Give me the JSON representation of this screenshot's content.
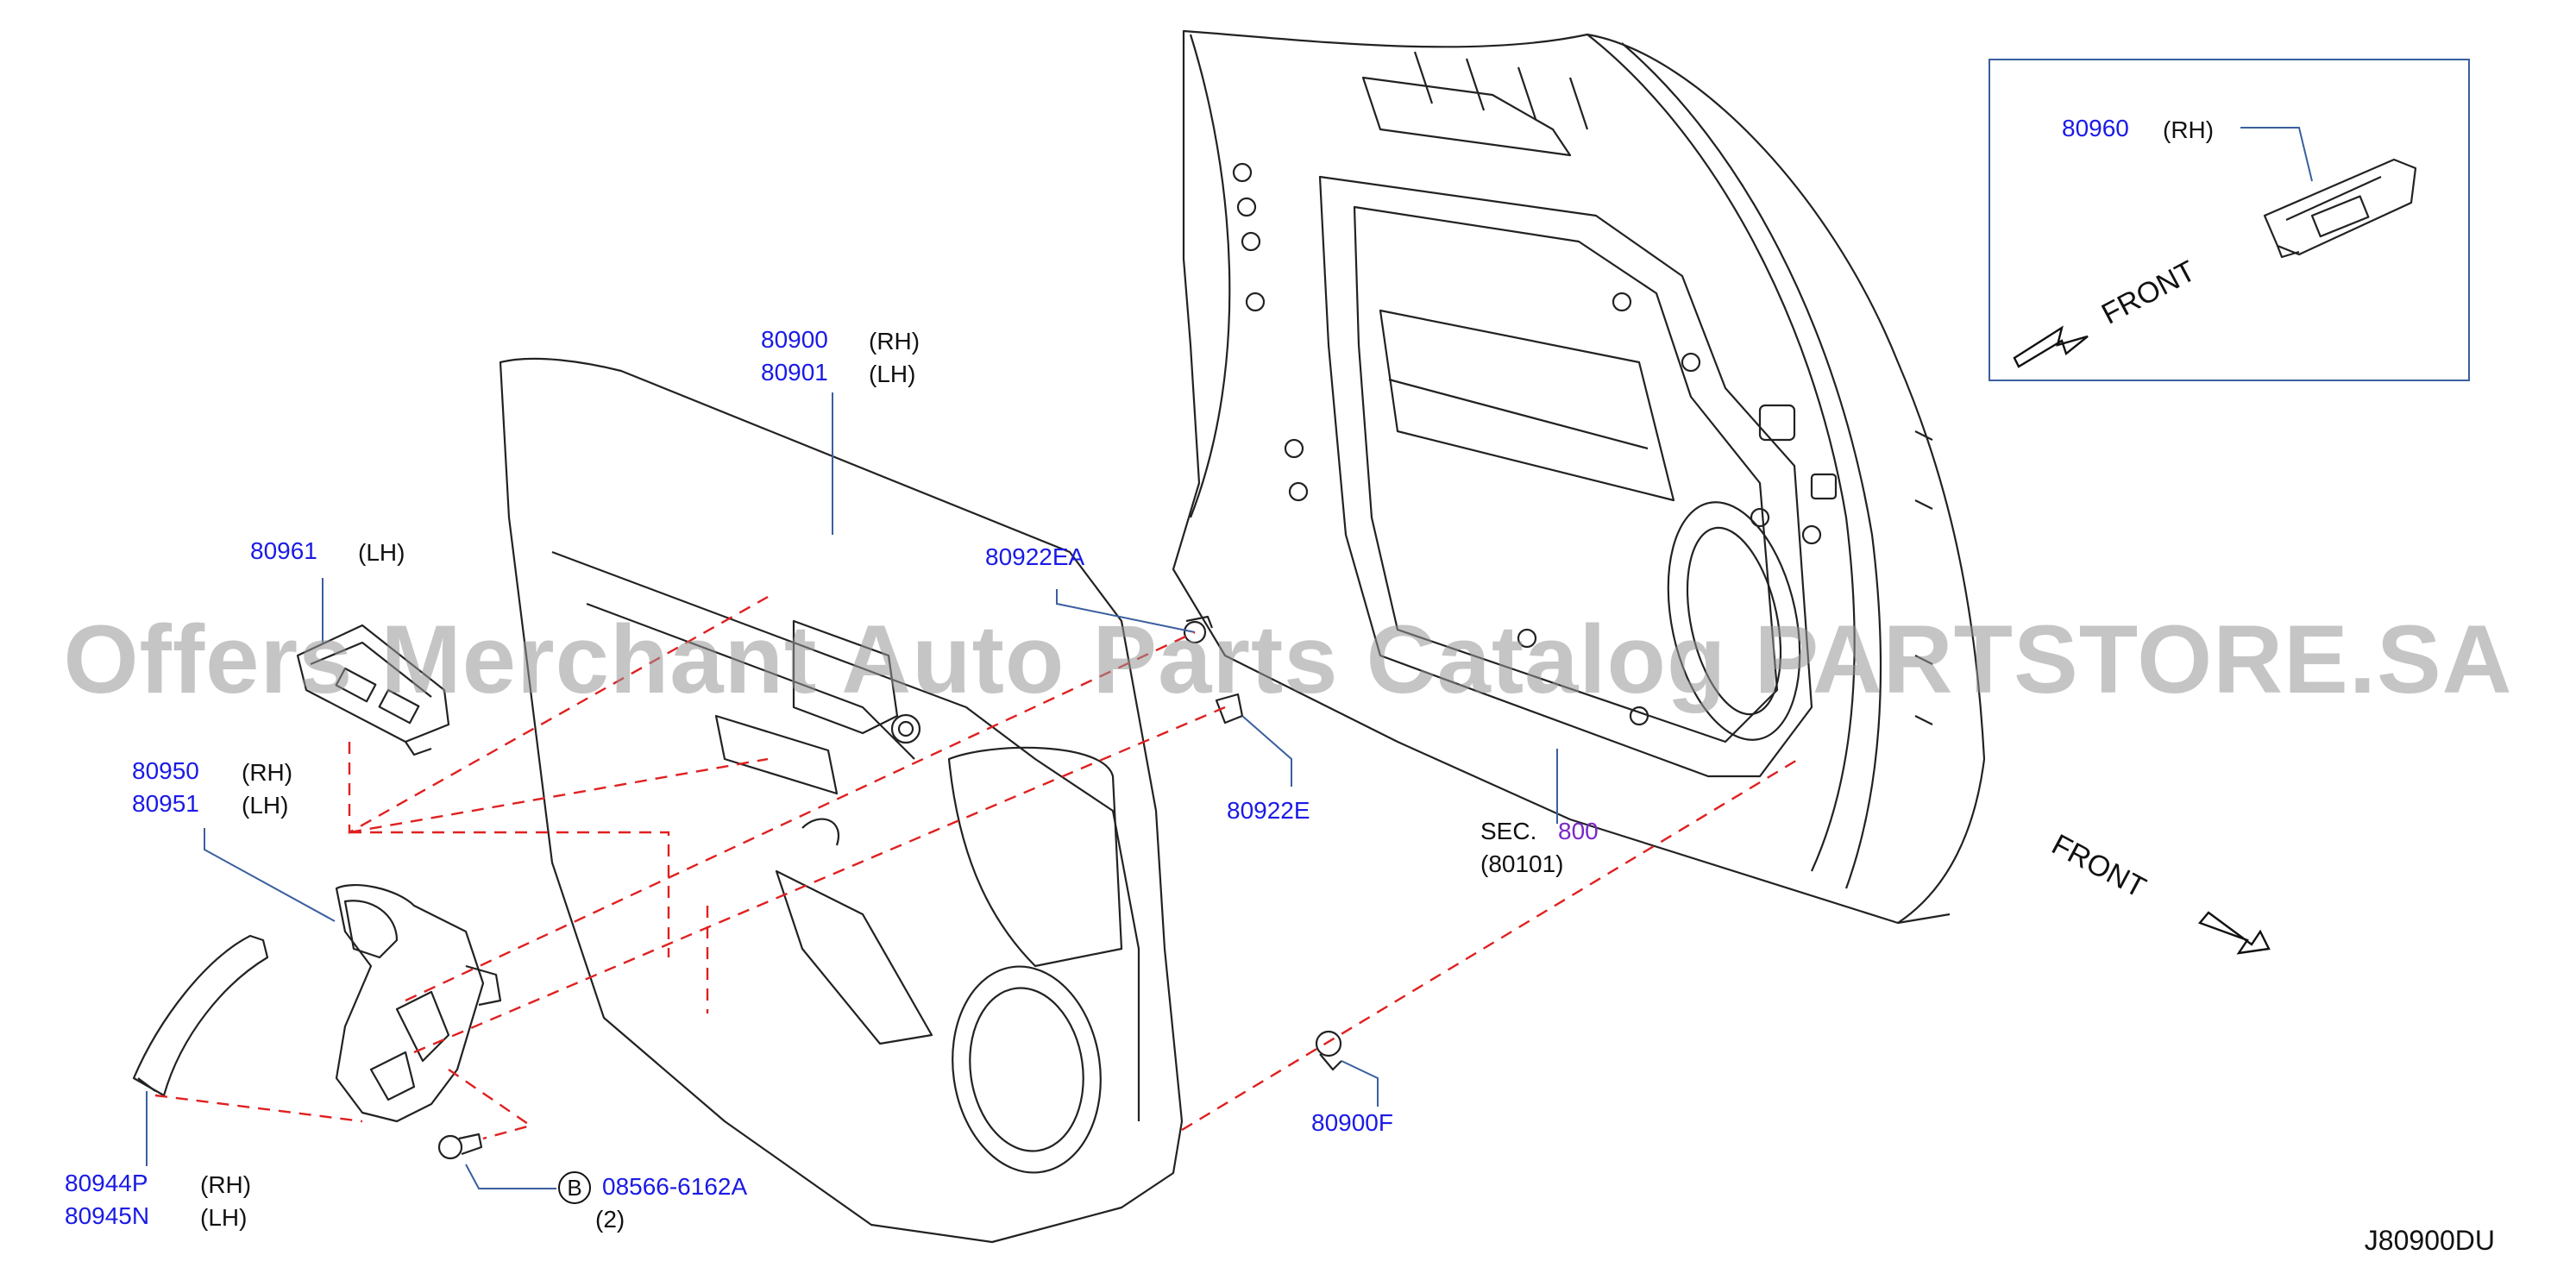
{
  "watermark": "Offers Merchant Auto Parts Catalog PARTSTORE.SA",
  "diagram_code": "J80900DU",
  "front_labels": {
    "main": "FRONT",
    "inset": "FRONT"
  },
  "inset": {
    "part_number": "80960",
    "side": "(RH)"
  },
  "callouts": {
    "p80900": {
      "part_number": "80900",
      "side": "(RH)"
    },
    "p80901": {
      "part_number": "80901",
      "side": "(LH)"
    },
    "p80961": {
      "part_number": "80961",
      "side": "(LH)"
    },
    "p80922EA": {
      "part_number": "80922EA"
    },
    "p80922E": {
      "part_number": "80922E"
    },
    "p80950": {
      "part_number": "80950",
      "side": "(RH)"
    },
    "p80951": {
      "part_number": "80951",
      "side": "(LH)"
    },
    "sec": {
      "prefix": "SEC.",
      "number": "800",
      "sub": "(80101)"
    },
    "p80900F": {
      "part_number": "80900F"
    },
    "p80944P": {
      "part_number": "80944P",
      "side": "(RH)"
    },
    "p80945N": {
      "part_number": "80945N",
      "side": "(LH)"
    },
    "bolt": {
      "badge": "B",
      "part_number": "08566-6162A",
      "qty": "(2)"
    }
  },
  "colors": {
    "line": "#111111",
    "part_number": "#1a1ae6",
    "dashed": "#e02020",
    "section": "#7a28c8"
  }
}
